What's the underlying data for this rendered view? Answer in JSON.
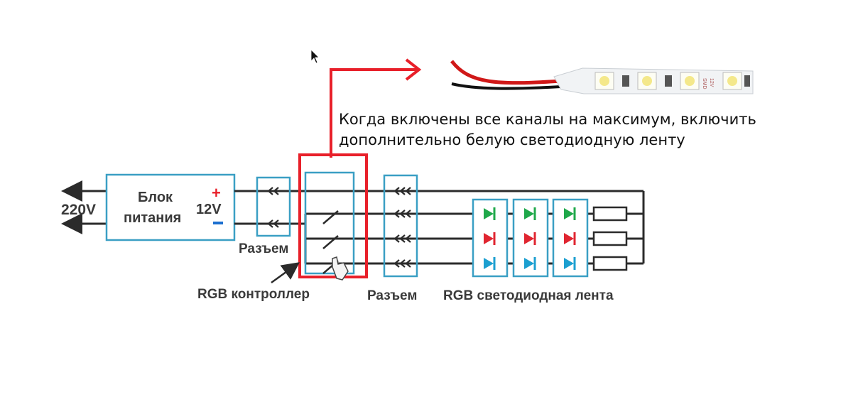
{
  "annotation": {
    "line1": "Когда включены все каналы на максимум, включить",
    "line2": "дополнительно белую светодиодную ленту"
  },
  "labels": {
    "voltage_in": "220V",
    "psu_line1": "Блок",
    "psu_line2": "питания",
    "voltage_out": "12V",
    "plus": "+",
    "connector_left": "Разъем",
    "controller": "RGB контроллер",
    "connector_right": "Разъем",
    "strip": "RGB светодиодная лента",
    "strip_photo_text_1": "SMD",
    "strip_photo_text_2": "12V"
  },
  "colors": {
    "wire": "#2b2b2b",
    "frame": "#3a9fc4",
    "highlight": "#e8202a",
    "led_green": "#1fa84a",
    "led_red": "#e02530",
    "led_blue": "#1c9fd0",
    "plus": "#e8202a",
    "minus": "#1c6fd0"
  },
  "icons": [
    "arrow-pointer-cursor",
    "hand-cursor-icon",
    "diode-icon",
    "resistor-icon",
    "switch-icon"
  ]
}
